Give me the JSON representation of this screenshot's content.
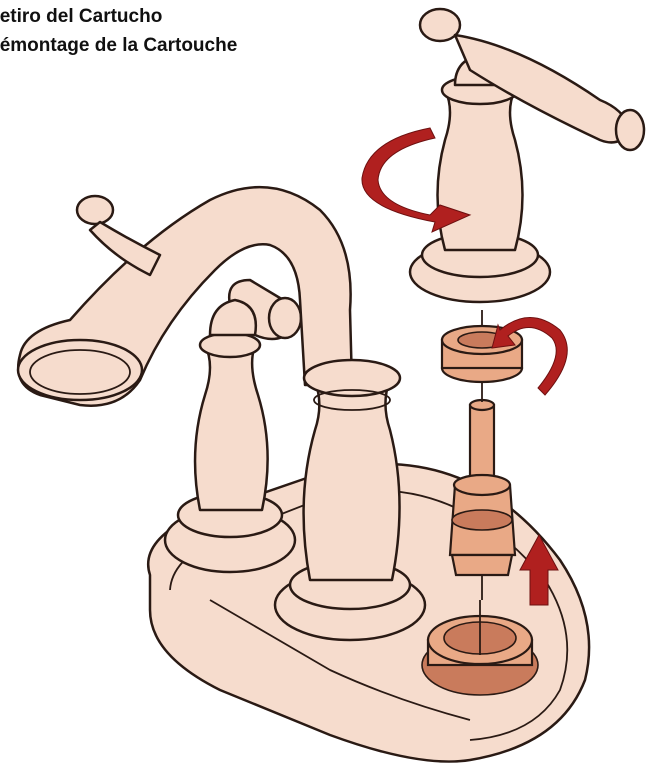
{
  "titles": {
    "line1": "Retiro del Cartucho",
    "line2": "Démontage de la Cartouche"
  },
  "colors": {
    "body_fill": "#f6dccd",
    "outline": "#2a1a14",
    "arrow_red": "#b0201f",
    "cartridge_fill": "#e9a986",
    "cartridge_dark": "#c97b5c"
  },
  "illustration": {
    "subject": "faucet-cartridge-removal",
    "arrows": [
      "counterclockwise-handle-arrow",
      "counterclockwise-nut-arrow",
      "upward-lift-arrow"
    ]
  }
}
